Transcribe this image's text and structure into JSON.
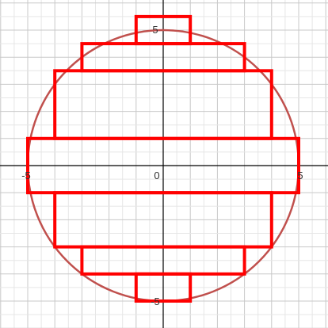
{
  "chart_data": {
    "type": "scatter",
    "grid": true,
    "xlim": [
      -6,
      6
    ],
    "ylim": [
      -6,
      6
    ],
    "minor_grid_step": 0.5,
    "major_grid_step": 1,
    "tick_labels": {
      "x": [
        {
          "value": -5,
          "label": "-5"
        },
        {
          "value": 5,
          "label": "5"
        }
      ],
      "y": [
        {
          "value": 5,
          "label": "5"
        },
        {
          "value": -5,
          "label": "-5"
        }
      ],
      "origin": "0"
    },
    "circle": {
      "center": [
        0,
        0
      ],
      "radius": 5,
      "color": "#c0504d"
    },
    "rectangle_color": "#ff0000",
    "rectangles": [
      {
        "x1": -1,
        "x2": 1,
        "y1": 4.5,
        "y2": 5.5
      },
      {
        "x1": -3,
        "x2": 3,
        "y1": 3.5,
        "y2": 4.5
      },
      {
        "x1": -4,
        "x2": 4,
        "y1": 1,
        "y2": 3.5
      },
      {
        "x1": -5,
        "x2": 5,
        "y1": -1,
        "y2": 1
      },
      {
        "x1": -4,
        "x2": 4,
        "y1": -3,
        "y2": -1
      },
      {
        "x1": -3,
        "x2": 3,
        "y1": -4,
        "y2": -3
      },
      {
        "x1": -1,
        "x2": 1,
        "y1": -5,
        "y2": -4
      }
    ]
  }
}
